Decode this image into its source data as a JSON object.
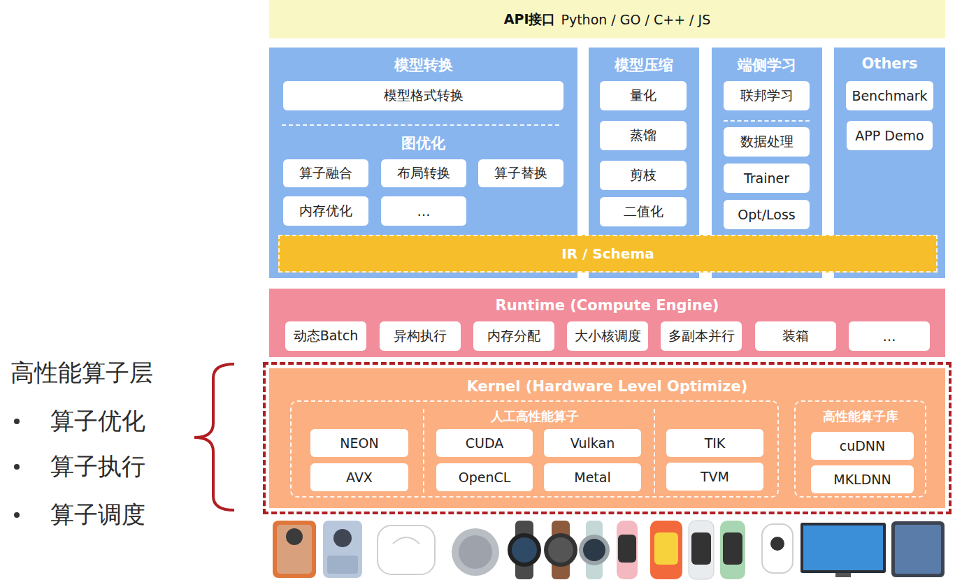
{
  "diagram": {
    "nodes": [
      {
        "text": [
          "API接口",
          "Python / GO / C++ / JS"
        ]
      },
      {
        "text": [
          "模型转换",
          "图优化"
        ]
      },
      {
        "text": [
          "模型格式转换"
        ],
        "in": 1
      },
      {
        "text": [
          "算子融合"
        ],
        "in": 1
      },
      {
        "text": [
          "布局转换"
        ],
        "in": 1
      },
      {
        "text": [
          "算子替换"
        ],
        "in": 1
      },
      {
        "text": [
          "内存优化"
        ],
        "in": 1
      },
      {
        "text": [
          "…"
        ],
        "in": 1
      },
      {
        "text": [
          "模型压缩"
        ]
      },
      {
        "text": [
          "量化"
        ],
        "in": 8
      },
      {
        "text": [
          "蒸馏"
        ],
        "in": 8
      },
      {
        "text": [
          "剪枝"
        ],
        "in": 8
      },
      {
        "text": [
          "二值化"
        ],
        "in": 8
      },
      {
        "text": [
          "端侧学习"
        ]
      },
      {
        "text": [
          "联邦学习"
        ],
        "in": 13
      },
      {
        "text": [
          "数据处理"
        ],
        "in": 13
      },
      {
        "text": [
          "Trainer"
        ],
        "in": 13
      },
      {
        "text": [
          "Opt/Loss"
        ],
        "in": 13
      },
      {
        "text": [
          "Others"
        ]
      },
      {
        "text": [
          "Benchmark"
        ],
        "in": 18
      },
      {
        "text": [
          "APP Demo"
        ],
        "in": 18
      },
      {
        "text": [
          "IR / Schema"
        ]
      },
      {
        "text": [
          "Runtime (Compute Engine)"
        ]
      },
      {
        "text": [
          "动态Batch"
        ],
        "in": 22
      },
      {
        "text": [
          "异构执行"
        ],
        "in": 22
      },
      {
        "text": [
          "内存分配"
        ],
        "in": 22
      },
      {
        "text": [
          "大小核调度"
        ],
        "in": 22
      },
      {
        "text": [
          "多副本并行"
        ],
        "in": 22
      },
      {
        "text": [
          "装箱"
        ],
        "in": 22
      },
      {
        "text": [
          "…"
        ],
        "in": 22
      },
      {
        "text": [
          "Kernel (Hardware Level Optimize)"
        ]
      },
      {
        "text": [
          "人工高性能算子"
        ],
        "in": 30
      },
      {
        "text": [
          "NEON"
        ],
        "in": 31
      },
      {
        "text": [
          "AVX"
        ],
        "in": 31
      },
      {
        "text": [
          "CUDA"
        ],
        "in": 31
      },
      {
        "text": [
          "OpenCL"
        ],
        "in": 31
      },
      {
        "text": [
          "Vulkan"
        ],
        "in": 31
      },
      {
        "text": [
          "Metal"
        ],
        "in": 31
      },
      {
        "text": [
          "TIK"
        ],
        "in": 31
      },
      {
        "text": [
          "TVM"
        ],
        "in": 31
      },
      {
        "text": [
          "高性能算子库"
        ],
        "in": 30
      },
      {
        "text": [
          "cuDNN"
        ],
        "in": 40
      },
      {
        "text": [
          "MKLDNN"
        ],
        "in": 40
      }
    ],
    "labels": [
      "高性能算子层",
      "算子优化",
      "算子执行",
      "算子调度"
    ]
  }
}
